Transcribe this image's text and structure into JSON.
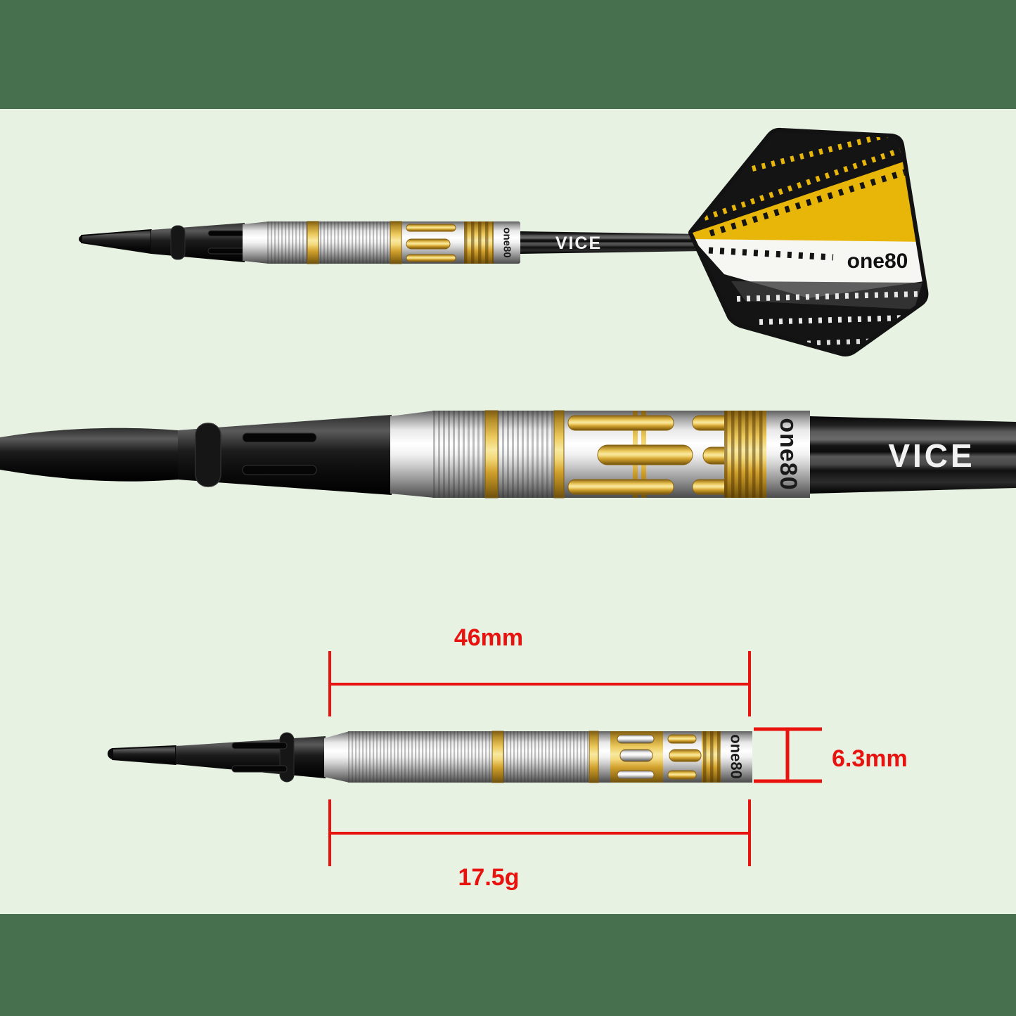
{
  "colors": {
    "page_background": "#47704E",
    "image_background": "#E8F2E3",
    "annotation_red": "#E8120F",
    "flight_yellow": "#E8B608",
    "flight_white": "#F6F6F3",
    "gold_accent": "#D8A62A"
  },
  "branding": {
    "shaft_logo": "VICE",
    "brand_logo": "one80"
  },
  "measurements": {
    "barrel_length": "46mm",
    "barrel_diameter": "6.3mm",
    "weight": "17.5g"
  }
}
